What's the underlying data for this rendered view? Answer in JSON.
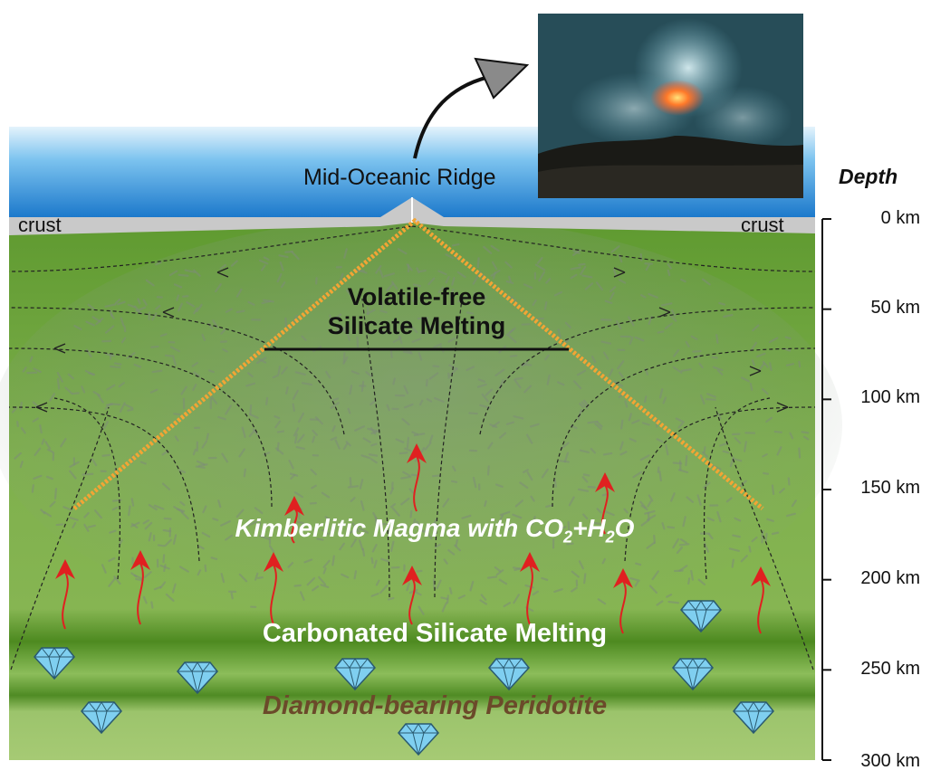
{
  "labels": {
    "ridge": "Mid-Oceanic Ridge",
    "crust_left": "crust",
    "crust_right": "crust",
    "depth_title": "Depth",
    "volatile_free_line1": "Volatile-free",
    "volatile_free_line2": "Silicate Melting",
    "kimberlitic_prefix": "Kimberlitic Magma with CO",
    "kimberlitic_sub1": "2",
    "kimberlitic_mid": "+H",
    "kimberlitic_sub2": "2",
    "kimberlitic_suffix": "O",
    "carbonated": "Carbonated Silicate Melting",
    "peridotite": "Diamond-bearing Peridotite"
  },
  "depth_scale": {
    "unit": "km",
    "ticks": [
      "0 km",
      "50 km",
      "100 km",
      "150 km",
      "200 km",
      "250 km",
      "300 km"
    ],
    "values": [
      0,
      50,
      100,
      150,
      200,
      250,
      300
    ]
  },
  "colors": {
    "ocean_top": "#d9eefa",
    "ocean_bottom": "#1a7fd0",
    "crust": "#c8c8c8",
    "mantle": "#6fa040",
    "melt_boundary": "#f2a535",
    "arrow": "#e02020",
    "diamond": "#7fcff0",
    "peridotite_text": "#6b4a2a"
  },
  "icons": [
    "photo-vent",
    "curved-arrow-icon",
    "diamond-icon",
    "magma-arrow-icon"
  ]
}
